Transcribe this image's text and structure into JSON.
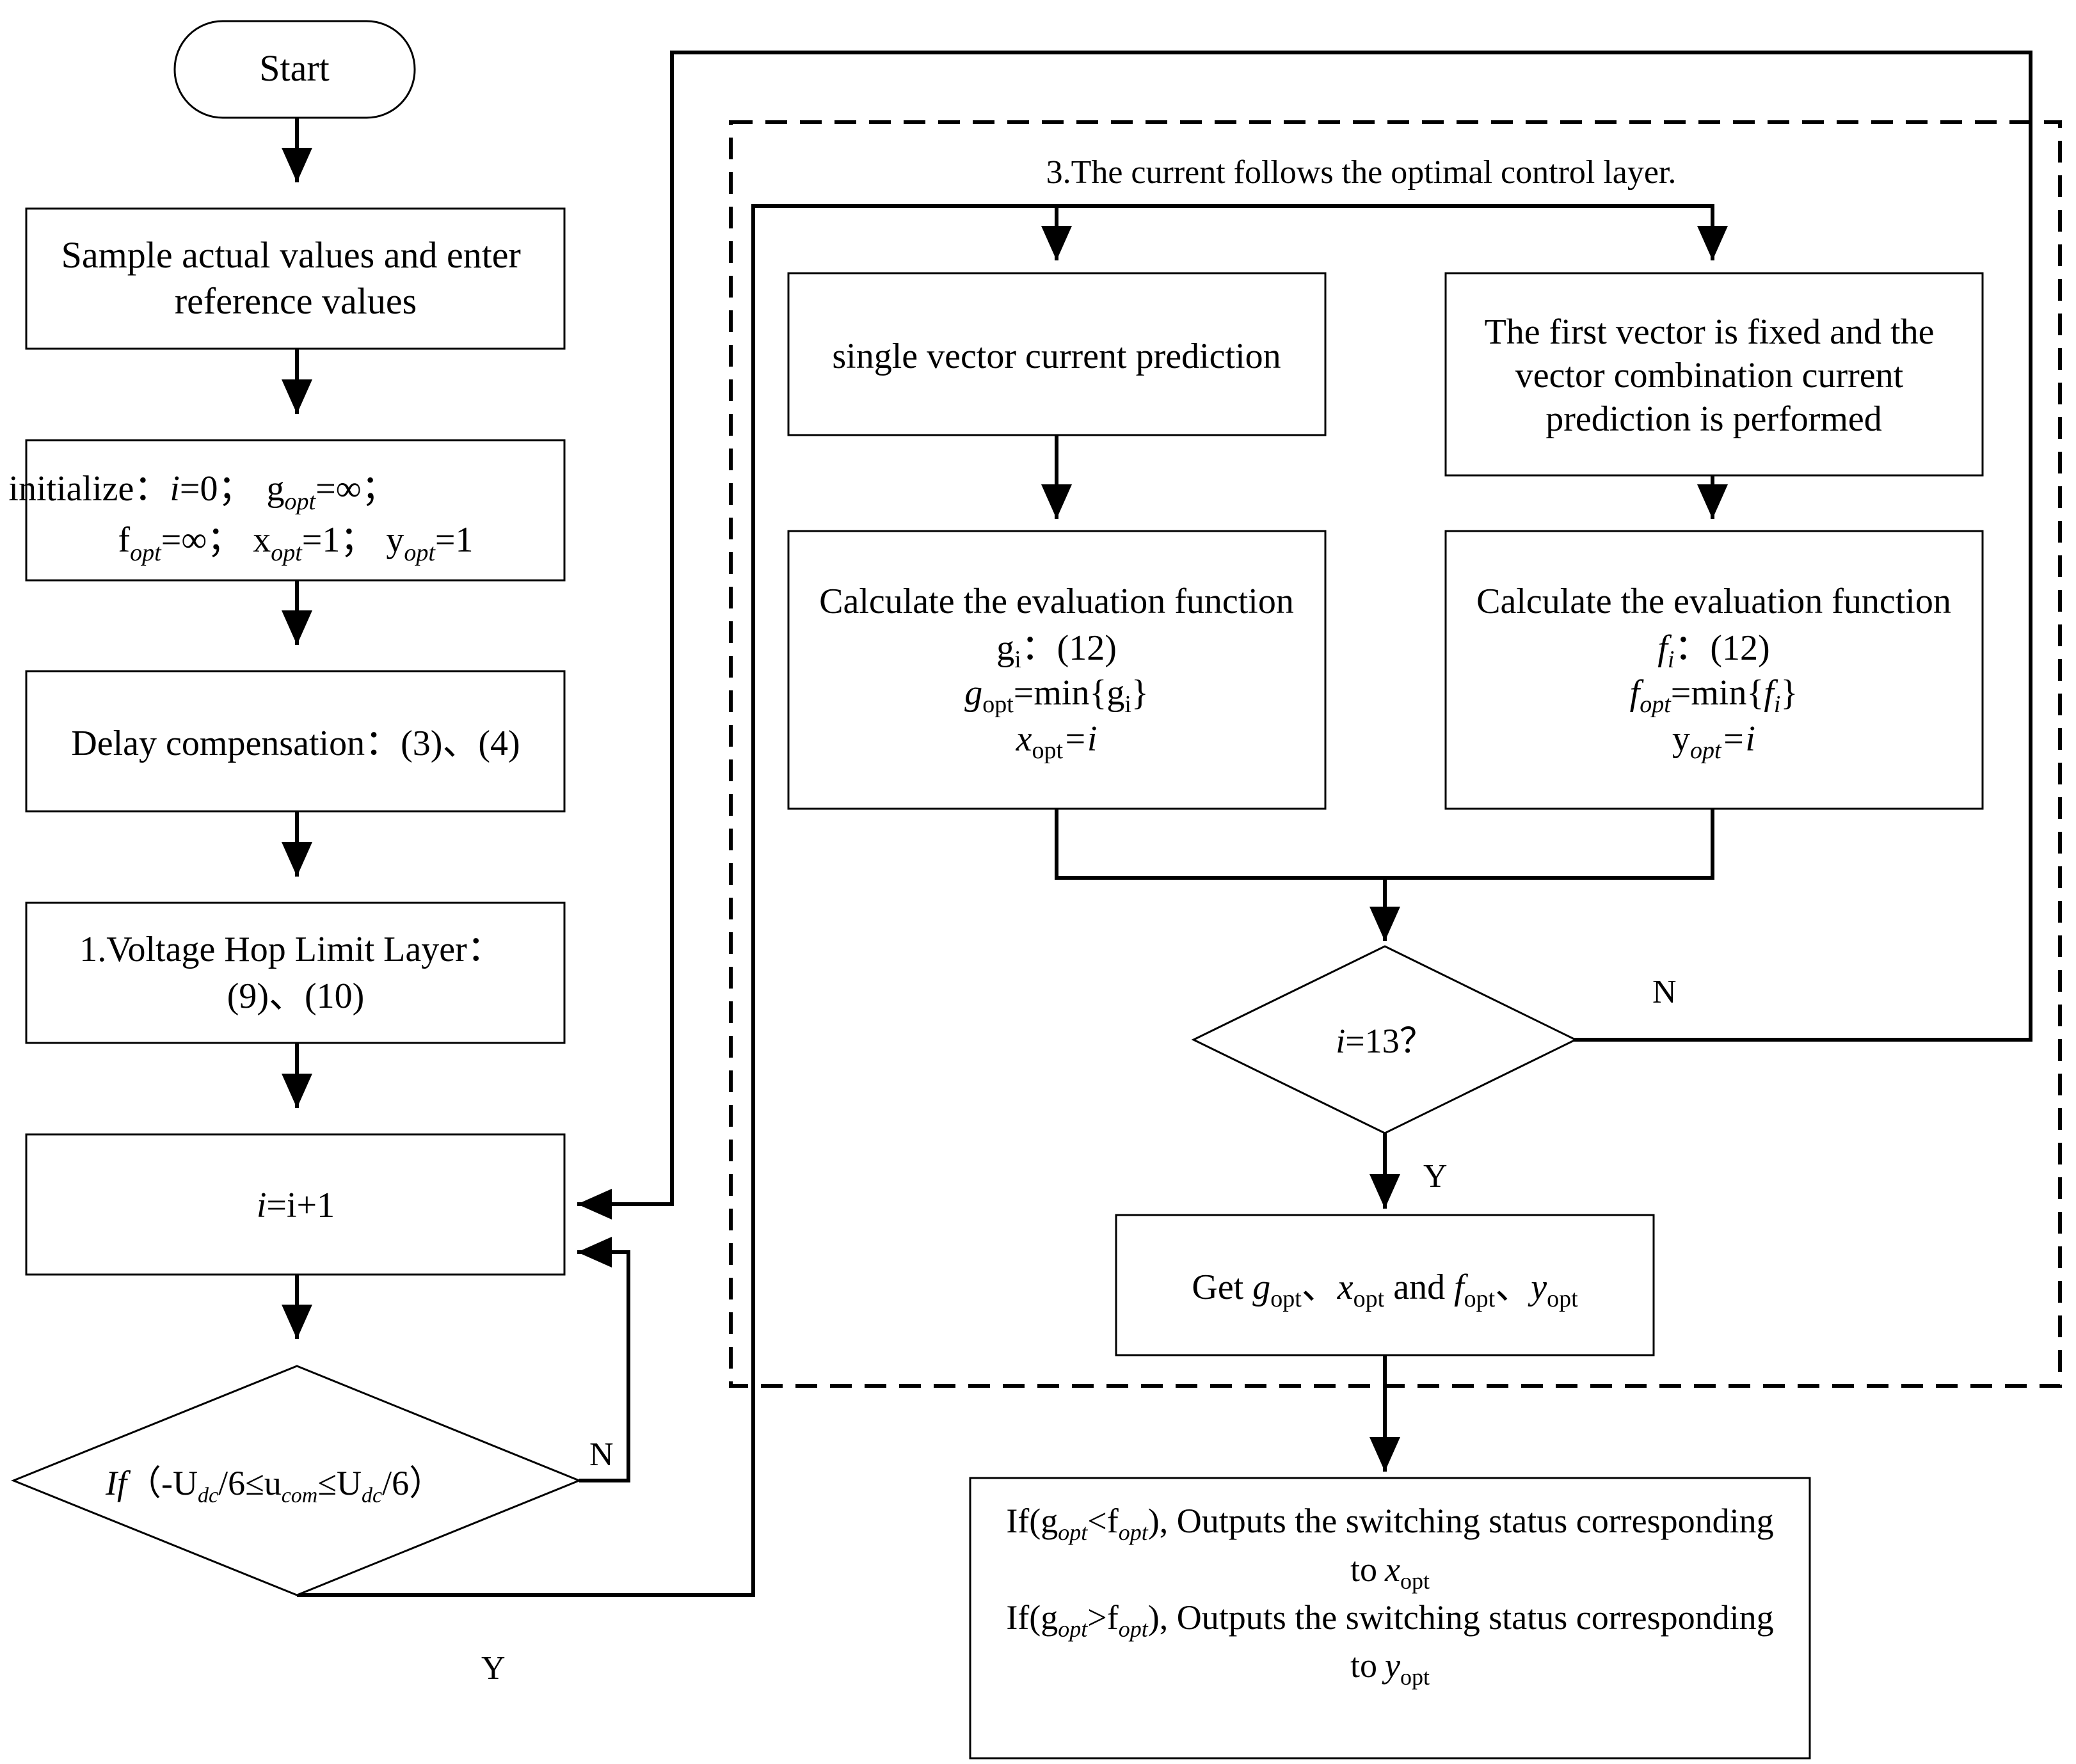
{
  "start": "Start",
  "sample": {
    "line1": "Sample actual values and enter",
    "line2": "reference values"
  },
  "init": {
    "label": "initialize：",
    "i_eq": "=0；",
    "g_opt_eq": "=∞；",
    "f_opt_eq": "=∞；",
    "x_opt_eq": "=1；",
    "y_opt_eq": "=1"
  },
  "delay": "Delay compensation：(3)、(4)",
  "voltage_hop": {
    "line1": "1.Voltage Hop Limit Layer：",
    "line2": "(9)、(10)"
  },
  "increment": "=i+1",
  "decision1": {
    "if": "If",
    "open": "（-U",
    "mid1": "/6≤u",
    "mid2": "≤U",
    "close": "/6）",
    "n": "N",
    "y": "Y"
  },
  "layer3_title": "3.The current follows the optimal control layer.",
  "single_vector": "single vector current prediction",
  "combination": {
    "line1": "The first vector is fixed and the",
    "line2": "vector combination current",
    "line3": "prediction is performed"
  },
  "eval_g": {
    "title": "Calculate the evaluation function",
    "line2": "：(12)",
    "line3": "=min{",
    "line3b": "}",
    "line4": "=i"
  },
  "eval_f": {
    "title": "Calculate the evaluation function",
    "line2": "：(12)",
    "line3": "=min{",
    "line3b": "}",
    "line4": "=i"
  },
  "decision2": {
    "text": "=13？",
    "n": "N",
    "y": "Y"
  },
  "get_box": {
    "get": "Get",
    "sep1": "、",
    "and": " and ",
    "sep2": "、"
  },
  "output": {
    "line1a": "If(",
    "line1b": "<",
    "line1c": "), Outputs the switching status corresponding",
    "line2": "to",
    "line3a": "If(",
    "line3b": ">",
    "line3c": "), Outputs the switching status corresponding",
    "line4": "to"
  },
  "sym": {
    "i": "i",
    "g": "g",
    "f": "f",
    "x": "x",
    "y": "y",
    "opt": "opt",
    "sub_i": "i",
    "dc": "dc",
    "com": "com",
    "U": "U",
    "u": "u"
  }
}
